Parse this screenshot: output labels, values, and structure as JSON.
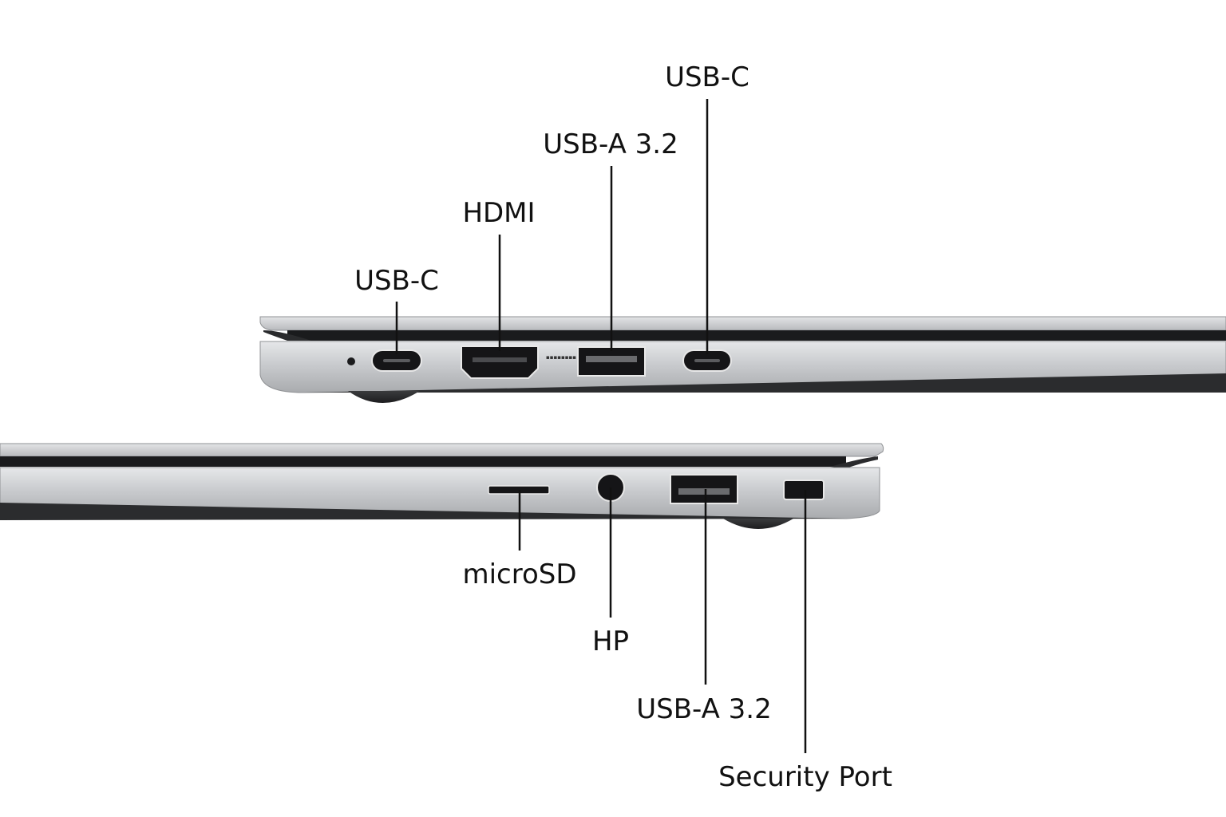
{
  "diagram": {
    "left_side": {
      "ports": [
        {
          "id": "usb-c-1",
          "label": "USB-C"
        },
        {
          "id": "hdmi",
          "label": "HDMI"
        },
        {
          "id": "usb-a",
          "label": "USB-A 3.2"
        },
        {
          "id": "usb-c-2",
          "label": "USB-C"
        }
      ]
    },
    "right_side": {
      "ports": [
        {
          "id": "microsd",
          "label": "microSD"
        },
        {
          "id": "hp",
          "label": "HP"
        },
        {
          "id": "usb-a",
          "label": "USB-A 3.2"
        },
        {
          "id": "security",
          "label": "Security Port"
        }
      ]
    }
  }
}
